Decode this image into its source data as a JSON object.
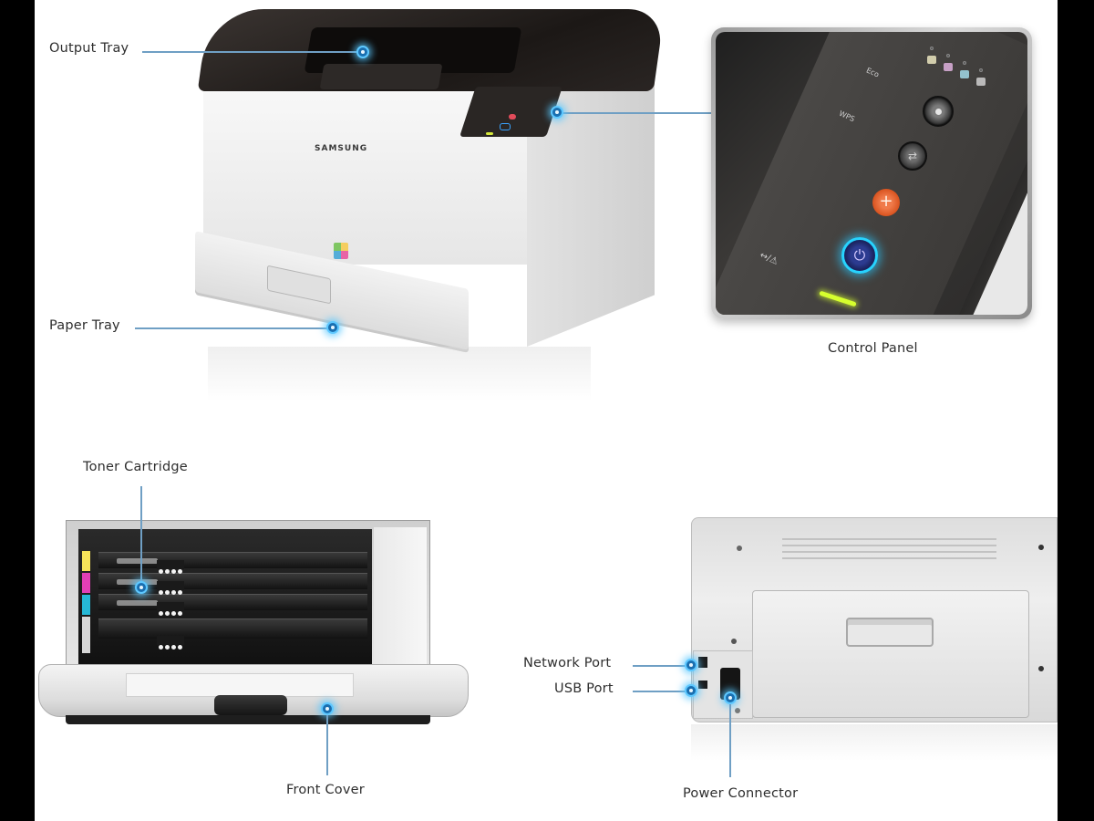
{
  "figure": {
    "subject": "Color laser printer component overview",
    "brand_text": "SAMSUNG",
    "accent_color": "#5ec8ff",
    "leader_line_color": "#6f9fc4",
    "background": "#ffffff",
    "side_bars": "#000000"
  },
  "views": {
    "front": {
      "callouts": [
        {
          "id": "output-tray",
          "label": "Output Tray"
        },
        {
          "id": "paper-tray",
          "label": "Paper Tray"
        }
      ]
    },
    "control_panel": {
      "caption": "Control Panel",
      "panel_texts": {
        "eco": "Eco",
        "wps": "WPS",
        "status_symbol": "↔/⚠"
      },
      "buttons": [
        {
          "id": "eco",
          "glyph": "●",
          "color": "#3a3a3a"
        },
        {
          "id": "wps",
          "glyph": "⇄",
          "color": "#3a3a3a"
        },
        {
          "id": "cancel",
          "glyph": "+",
          "color": "#d9531f"
        },
        {
          "id": "power",
          "glyph": "⏻",
          "color": "#27d3ff"
        }
      ],
      "toner_leds": [
        {
          "color": "#f6f0c8"
        },
        {
          "color": "#e8b8e8"
        },
        {
          "color": "#a8e4f2"
        },
        {
          "color": "#d8d8d8"
        }
      ],
      "status_light_color": "#d6ff2e"
    },
    "open_front": {
      "callouts": [
        {
          "id": "toner-cartridge",
          "label": "Toner Cartridge"
        },
        {
          "id": "front-cover",
          "label": "Front Cover"
        }
      ],
      "toner_colors": [
        {
          "name": "Yellow",
          "hex": "#f7e35a"
        },
        {
          "name": "Magenta",
          "hex": "#e23fb6"
        },
        {
          "name": "Cyan",
          "hex": "#26b8d6"
        },
        {
          "name": "Black",
          "hex": "#cfcfcf"
        }
      ]
    },
    "rear": {
      "callouts": [
        {
          "id": "network-port",
          "label": "Network Port"
        },
        {
          "id": "usb-port",
          "label": "USB Port"
        },
        {
          "id": "power-connector",
          "label": "Power Connector"
        }
      ]
    }
  }
}
